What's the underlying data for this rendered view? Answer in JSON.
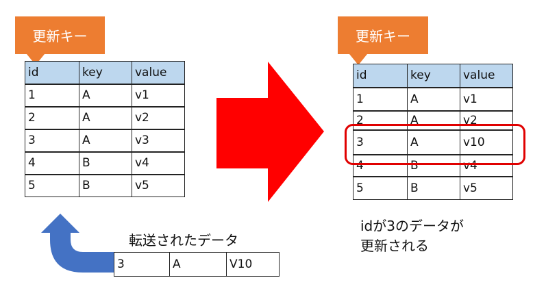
{
  "left": {
    "badge": "更新キー",
    "columns": [
      "id",
      "key",
      "value"
    ],
    "rows": [
      [
        "1",
        "A",
        "v1"
      ],
      [
        "2",
        "A",
        "v2"
      ],
      [
        "3",
        "A",
        "v3"
      ],
      [
        "4",
        "B",
        "v4"
      ],
      [
        "5",
        "B",
        "v5"
      ]
    ]
  },
  "right": {
    "badge": "更新キー",
    "columns": [
      "id",
      "key",
      "value"
    ],
    "rows": [
      [
        "1",
        "A",
        "v1"
      ],
      [
        "2",
        "A",
        "v2"
      ],
      [
        "3",
        "A",
        "v10"
      ],
      [
        "4",
        "B",
        "v4"
      ],
      [
        "5",
        "B",
        "v5"
      ]
    ],
    "note_line1": "idが3のデータが",
    "note_line2": "更新される"
  },
  "transfer": {
    "label": "転送されたデータ",
    "cells": [
      "3",
      "A",
      "V10"
    ]
  },
  "colors": {
    "badge": "#ED7D31",
    "header": "#BDD7EE",
    "big_arrow": "#FF0000",
    "curved_arrow": "#4472C4",
    "highlight": "#E00000"
  }
}
